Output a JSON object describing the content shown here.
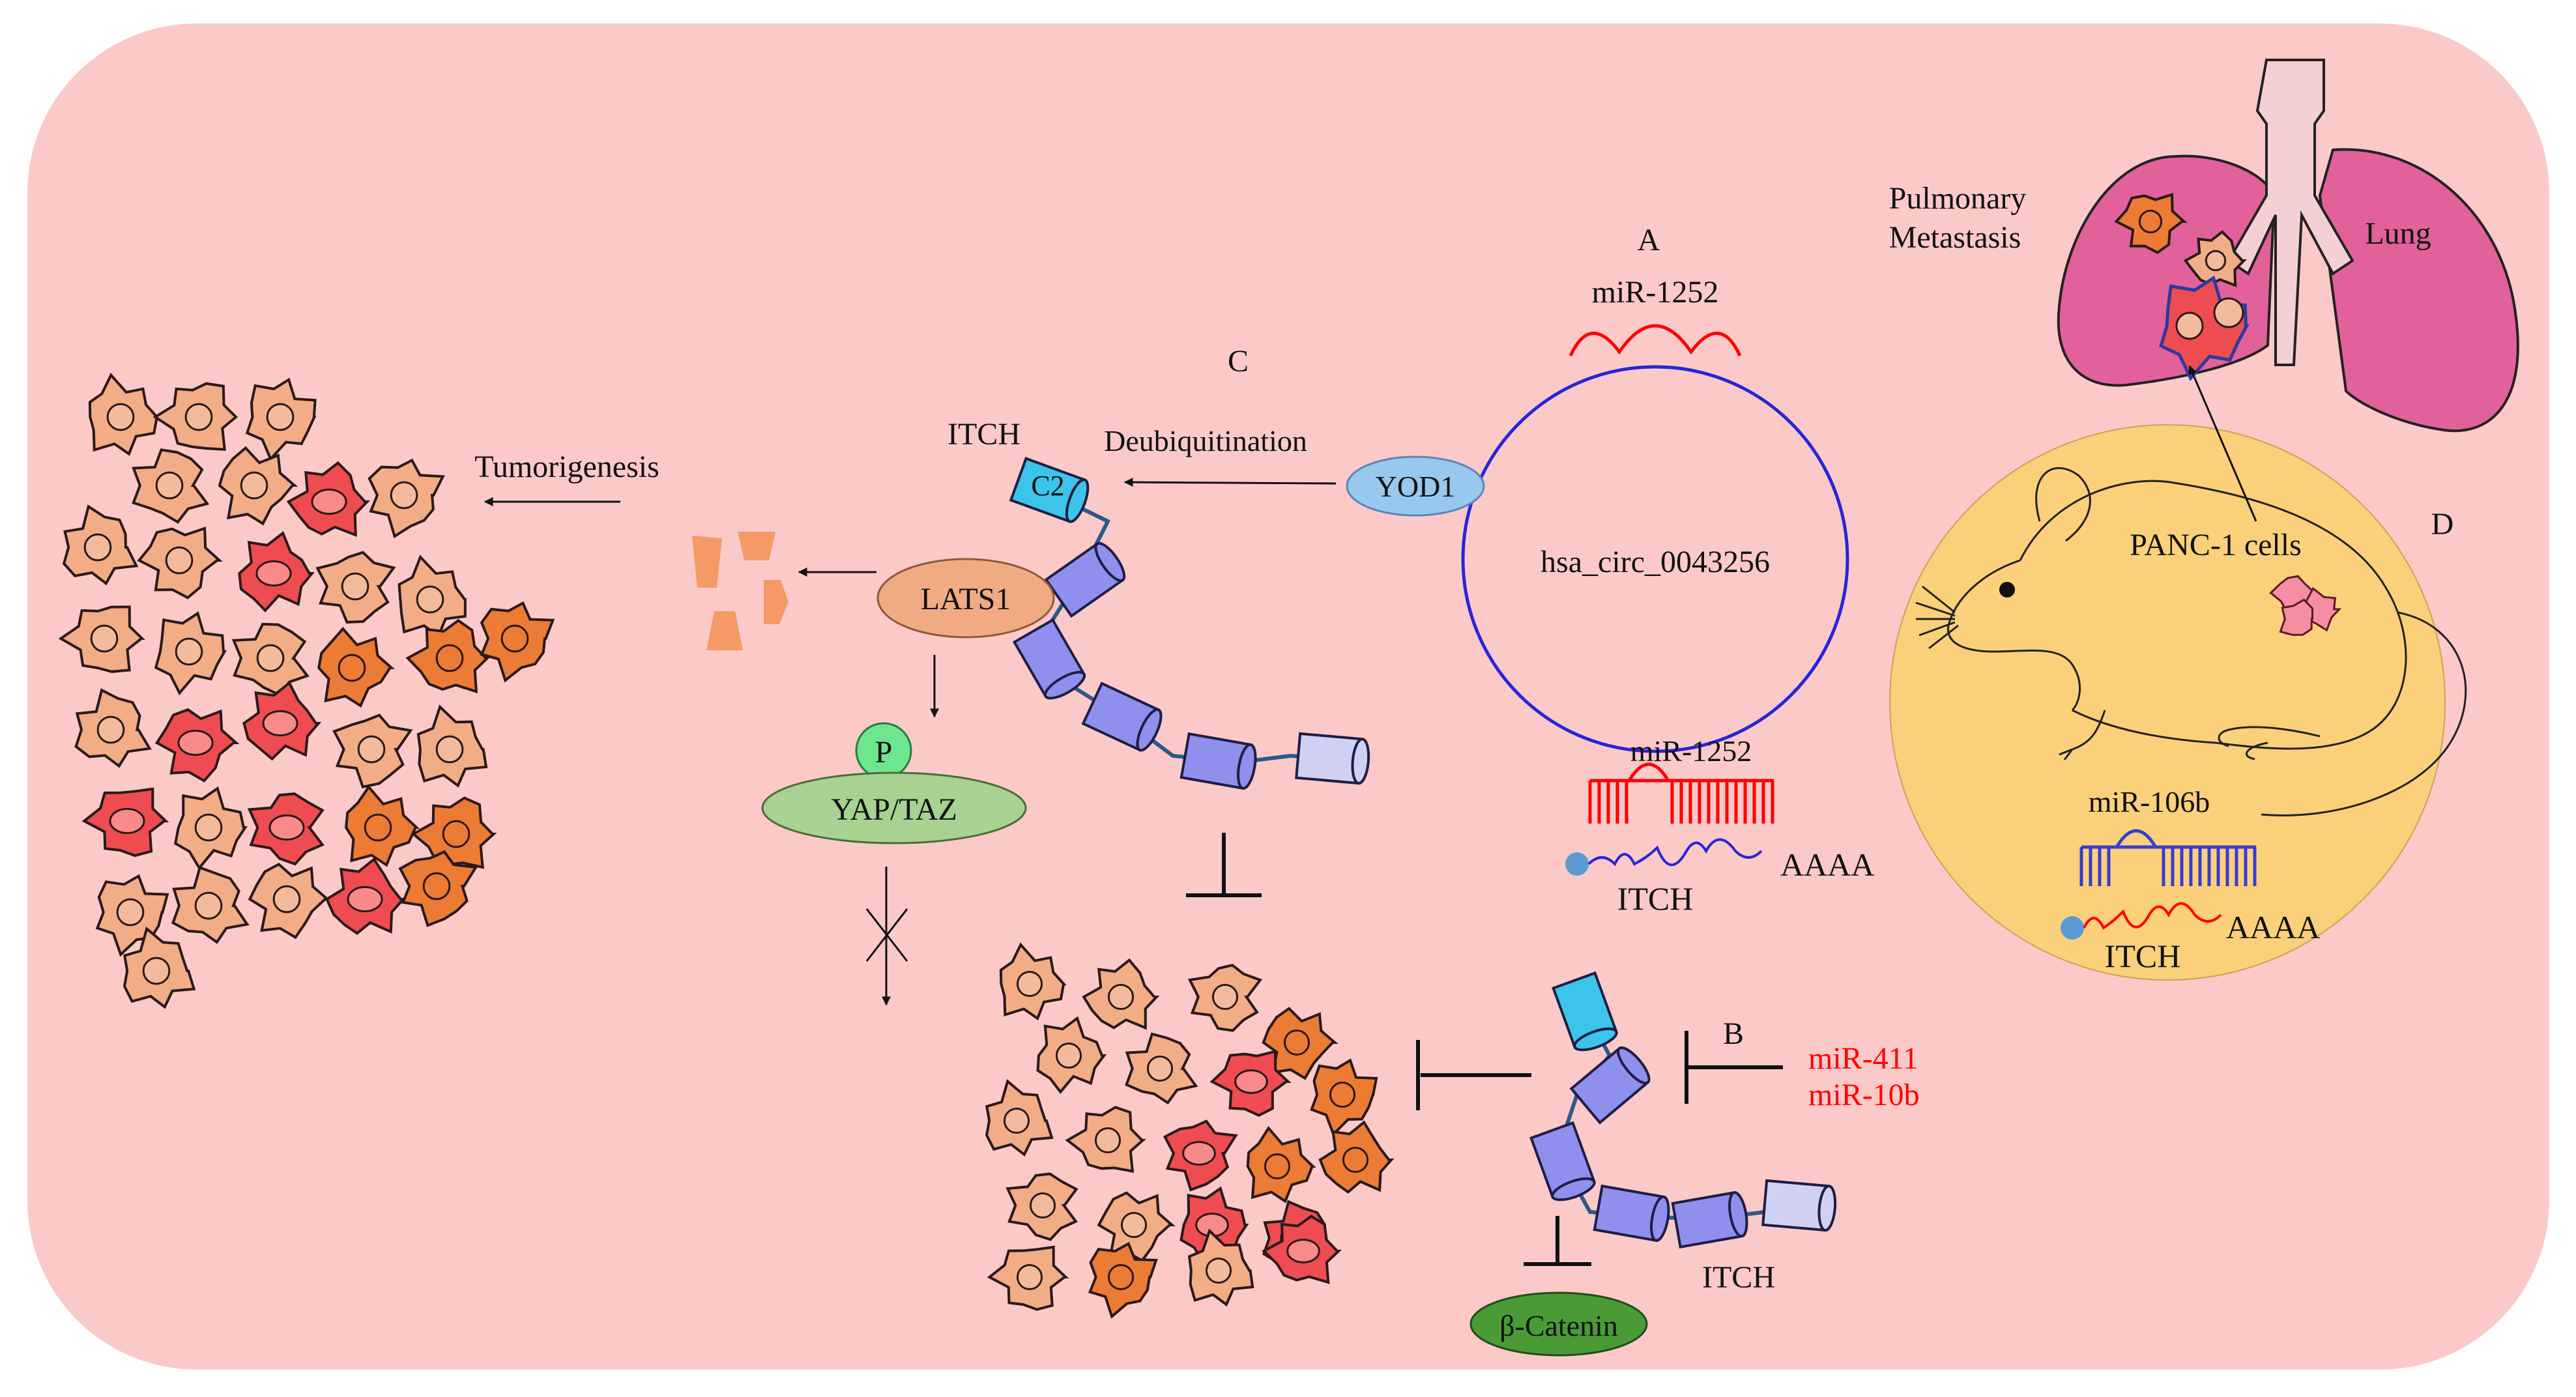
{
  "colors": {
    "panel": "#fcc9c9",
    "cell_light": "#f2ad87",
    "cell_orange": "#ec7b35",
    "cell_red": "#ee4c50",
    "nucleus_light": "#f3ba9b",
    "nucleus_red": "#f98a8a",
    "circle_blue": "#2626d6",
    "mirna_red": "#ff0000",
    "mirna_blue": "#3b3bd1",
    "barrel": "#8f8fee",
    "barrel_cyan": "#3cc4ea",
    "barrel_last": "#d0d0f5",
    "mouse_bg": "#fad17a",
    "lung": "#e2619a",
    "trachea": "#f4d0d4",
    "p_green": "#6ee68f",
    "yap_green": "#a8d192",
    "catenin_green": "#4a9a36",
    "yod1_blue": "#98c8ee",
    "lats1_salmon": "#f0ab83",
    "cap_blue": "#5b9bd5"
  },
  "labels": {
    "a": "A",
    "b": "B",
    "c": "C",
    "d": "D",
    "mir1252_top": "miR-1252",
    "circ_rna": "hsa_circ_0043256",
    "mir1252_lower": "miR-1252",
    "itch_upper_polya": "AAAA",
    "itch_upper_gene": "ITCH",
    "itch_protein_c": "ITCH",
    "c2": "C2",
    "deubiquitination": "Deubiquitination",
    "yod1": "YOD1",
    "lats1": "LATS1",
    "p": "P",
    "yap_taz": "YAP/TAZ",
    "tumorigenesis": "Tumorigenesis",
    "pulmonary": "Pulmonary",
    "metastasis": "Metastasis",
    "lung": "Lung",
    "panc1": "PANC-1 cells",
    "mir106b": "miR-106b",
    "itch_d_polya": "AAAA",
    "itch_d_gene": "ITCH",
    "mir411": "miR-411",
    "mir10b": "miR-10b",
    "itch_protein_b": "ITCH",
    "beta_catenin": "β-Catenin"
  }
}
